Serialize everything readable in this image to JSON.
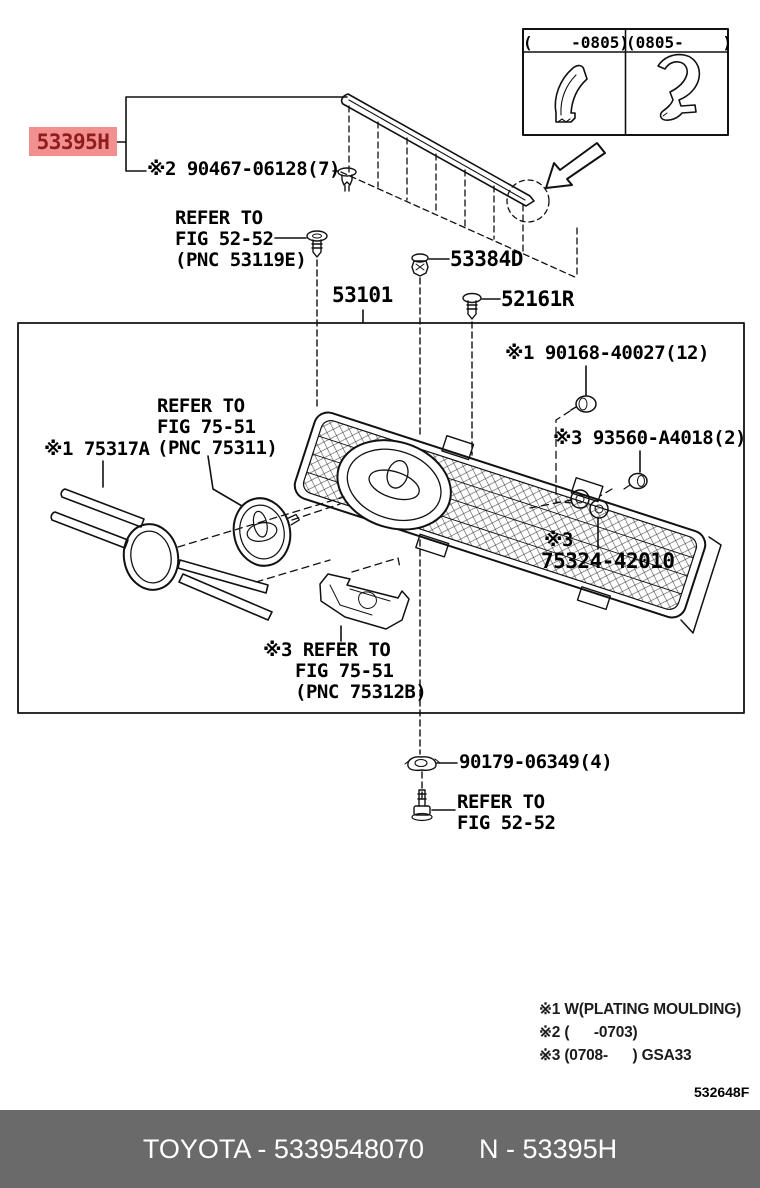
{
  "colors": {
    "highlight_bg": "#f29090",
    "highlight_text": "#8f1d1d",
    "footer_bg": "#6a6a6a",
    "footer_text": "#ffffff",
    "ink": "#000000"
  },
  "variant_table": {
    "left_header": "(    -0805)",
    "right_header": "(0805-    )"
  },
  "callouts": {
    "main_part": "53395H",
    "clip_top": "※2 90467-06128(7)",
    "refer_top": [
      "REFER TO",
      "FIG 52-52",
      "(PNC 53119E)"
    ],
    "part_53384d": "53384D",
    "part_53101": "53101",
    "part_52161r": "52161R",
    "part_90168": "※1 90168-40027(12)",
    "part_93560": "※3 93560-A4018(2)",
    "part_75324_prefix": "※3",
    "part_75324": "75324-42010",
    "refer_emblem": [
      "REFER TO",
      "FIG 75-51",
      "(PNC 75311)"
    ],
    "part_75317a": "※1 75317A",
    "refer_bracket": [
      "※3 REFER TO",
      "FIG 75-51",
      "(PNC 75312B)"
    ],
    "part_90179": "90179-06349(4)",
    "refer_bottom": [
      "REFER TO",
      "FIG 52-52"
    ]
  },
  "notes": [
    "※1 W(PLATING MOULDING)",
    "※2 (      -0703)",
    "※3 (0708-      ) GSA33"
  ],
  "figure_code": "532648F",
  "footer": {
    "catalog": "TOYOTA - 5339548070",
    "part": "N - 53395H"
  }
}
